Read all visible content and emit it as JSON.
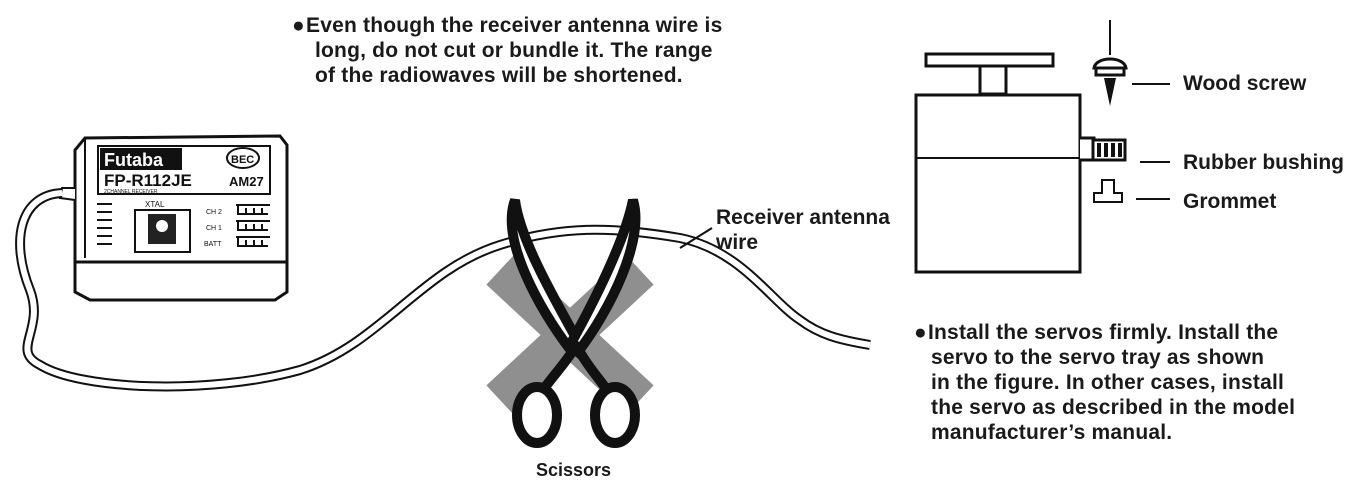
{
  "note_antenna": {
    "lines": [
      "Even though the receiver antenna wire is",
      "long, do not cut or bundle it. The range",
      "of the radiowaves will be shortened."
    ]
  },
  "note_servo": {
    "lines": [
      "Install the servos firmly. Install the",
      "servo to the servo tray as shown",
      "in the figure. In other cases, install",
      "the servo as described in the model",
      "manufacturer’s manual."
    ]
  },
  "labels": {
    "antenna_line1": "Receiver antenna",
    "antenna_line2": "wire",
    "scissors": "Scissors",
    "wood_screw": "Wood screw",
    "rubber_bushing": "Rubber bushing",
    "grommet": "Grommet"
  },
  "receiver": {
    "brand": "Futaba",
    "model": "FP-R112JE",
    "badge": "BEC",
    "band": "AM27",
    "subtitle": "2CHANNEL RECEIVER",
    "crystal": "XTAL",
    "ch2": "CH 2",
    "ch1": "CH 1",
    "batt": "BATT"
  },
  "icons": {
    "bullet": "bullet-dot",
    "scissors": "scissors-crossed-out-icon",
    "receiver": "receiver-illustration",
    "servo": "servo-illustration"
  }
}
